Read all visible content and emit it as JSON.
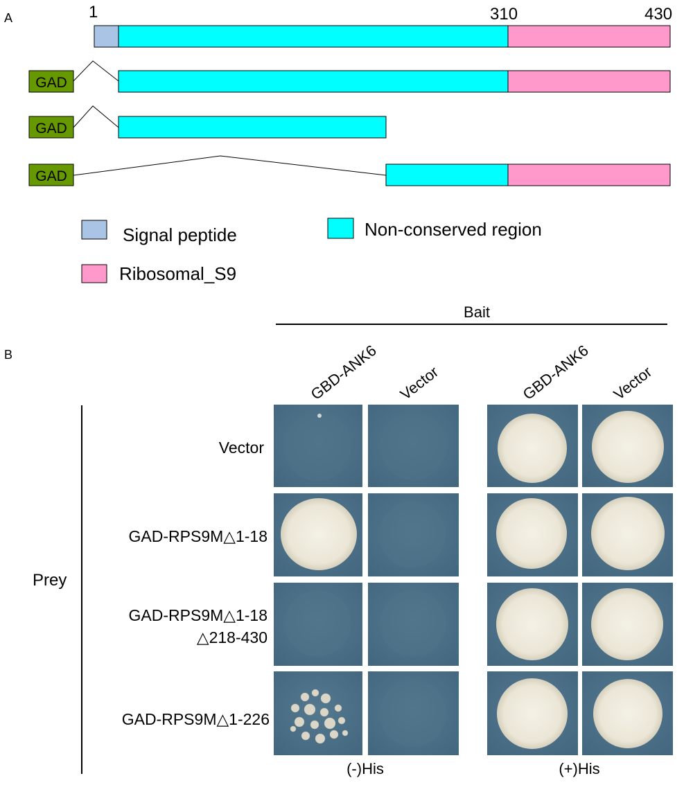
{
  "panel_a": {
    "label": "A",
    "positions": [
      "1",
      "310",
      "430"
    ],
    "gad_label": "GAD",
    "legend": {
      "signal_peptide": "Signal peptide",
      "non_conserved": "Non-conserved region",
      "ribosomal": "Ribosomal_S9"
    }
  },
  "panel_b": {
    "label": "B",
    "bait_label": "Bait",
    "prey_label": "Prey",
    "columns": [
      "GBD-ANK6",
      "Vector",
      "GBD-ANK6",
      "Vector"
    ],
    "rows": [
      {
        "line1": "Vector",
        "line2": ""
      },
      {
        "line1": "GAD-RPS9M△1-18",
        "line2": ""
      },
      {
        "line1": "GAD-RPS9M△1-18",
        "line2": "△218-430"
      },
      {
        "line1": "GAD-RPS9M△1-226",
        "line2": ""
      }
    ],
    "conditions": [
      "(-)His",
      "(+)His"
    ]
  },
  "colors": {
    "signal_peptide": "#a9c4e4",
    "non_conserved": "#00ffff",
    "ribosomal": "#ff99cc",
    "gad": "#669900",
    "plate": "#4a6f88",
    "colony": "#ece8da"
  }
}
